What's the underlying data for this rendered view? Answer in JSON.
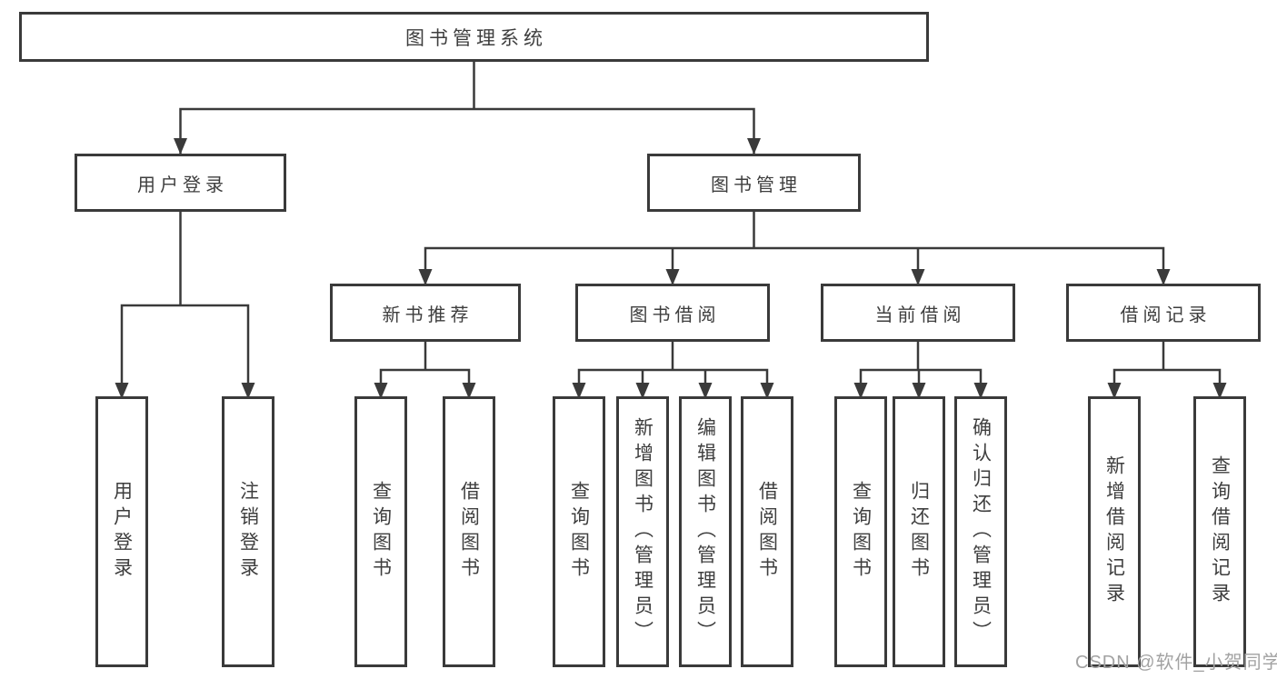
{
  "tree": {
    "label": "图书管理系统",
    "children": [
      {
        "label": "用户登录",
        "children": [
          {
            "label": "用户登录"
          },
          {
            "label": "注销登录"
          }
        ]
      },
      {
        "label": "图书管理",
        "children": [
          {
            "label": "新书推荐",
            "children": [
              {
                "label": "查询图书"
              },
              {
                "label": "借阅图书"
              }
            ]
          },
          {
            "label": "图书借阅",
            "children": [
              {
                "label": "查询图书"
              },
              {
                "label": "新增图书（管理员）"
              },
              {
                "label": "编辑图书（管理员）"
              },
              {
                "label": "借阅图书"
              }
            ]
          },
          {
            "label": "当前借阅",
            "children": [
              {
                "label": "查询图书"
              },
              {
                "label": "归还图书"
              },
              {
                "label": "确认归还（管理员）"
              }
            ]
          },
          {
            "label": "借阅记录",
            "children": [
              {
                "label": "新增借阅记录"
              },
              {
                "label": "查询借阅记录"
              }
            ]
          }
        ]
      }
    ]
  },
  "edges": [
    {
      "from": "图书管理系统",
      "to": "用户登录"
    },
    {
      "from": "图书管理系统",
      "to": "图书管理"
    },
    {
      "from": "用户登录",
      "to": "用户登录"
    },
    {
      "from": "用户登录",
      "to": "注销登录"
    },
    {
      "from": "图书管理",
      "to": "新书推荐"
    },
    {
      "from": "图书管理",
      "to": "图书借阅"
    },
    {
      "from": "图书管理",
      "to": "当前借阅"
    },
    {
      "from": "图书管理",
      "to": "借阅记录"
    },
    {
      "from": "新书推荐",
      "to": "查询图书"
    },
    {
      "from": "新书推荐",
      "to": "借阅图书"
    },
    {
      "from": "图书借阅",
      "to": "查询图书"
    },
    {
      "from": "图书借阅",
      "to": "新增图书（管理员）"
    },
    {
      "from": "图书借阅",
      "to": "编辑图书（管理员）"
    },
    {
      "from": "图书借阅",
      "to": "借阅图书"
    },
    {
      "from": "当前借阅",
      "to": "查询图书"
    },
    {
      "from": "当前借阅",
      "to": "归还图书"
    },
    {
      "from": "当前借阅",
      "to": "确认归还（管理员）"
    },
    {
      "from": "借阅记录",
      "to": "新增借阅记录"
    },
    {
      "from": "借阅记录",
      "to": "查询借阅记录"
    }
  ],
  "watermark": "CSDN @软件_小贺同学",
  "colors": {
    "line": "#3a3a3a",
    "text": "#3e3e3e",
    "background": "#ffffff",
    "watermark": "#a2a2a2"
  }
}
